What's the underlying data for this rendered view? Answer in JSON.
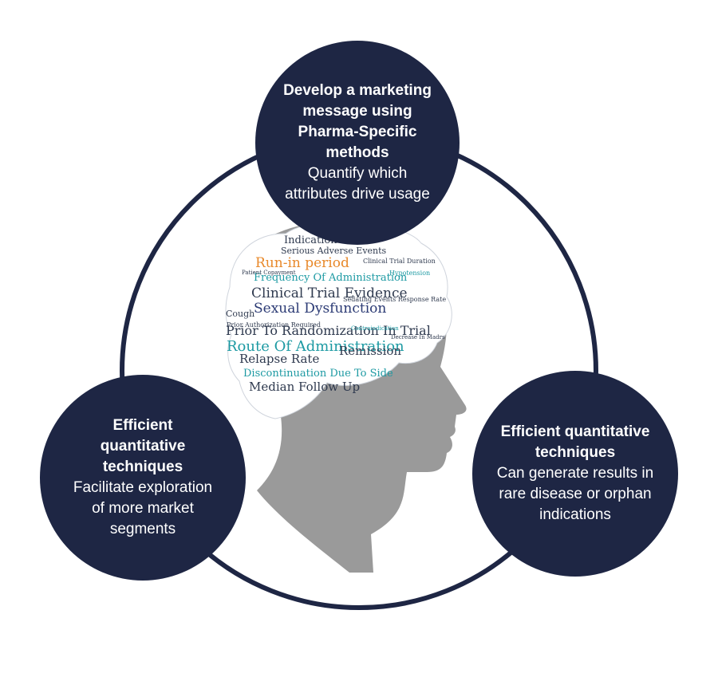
{
  "colors": {
    "node_fill": "#1e2644",
    "ring": "#1e2644",
    "head": "#9a9a9a",
    "wordcloud_dark": "#2f3a4f",
    "wordcloud_teal": "#1d9aa3",
    "wordcloud_orange": "#e8892b",
    "wordcloud_navy": "#2b3a74"
  },
  "nodes": {
    "top": {
      "title": "Develop a marketing message using Pharma-Specific methods",
      "desc": "Quantify which attributes drive usage"
    },
    "left": {
      "title": "Efficient quantitative techniques",
      "desc": "Facilitate exploration of more market segments"
    },
    "right": {
      "title": "Efficient quantitative techniques",
      "desc": "Can generate results in rare disease or orphan indications"
    }
  },
  "wordcloud": {
    "words": [
      "Indication",
      "Serious Adverse Events",
      "Run-in period",
      "Clinical Trial Duration",
      "Frequency Of Administration",
      "Clinical Trial Evidence",
      "Sexual Dysfunction",
      "Cough",
      "Prior To Randomization In Trial",
      "Route Of Administration",
      "Relapse Rate",
      "Remission",
      "Discontinuation Due To Side",
      "Median Follow Up",
      "Sedating Events Response Rate",
      "Prior Authorization Required",
      "Decrease In Madrs",
      "Contraindication",
      "Hypotension",
      "Patient Copayment"
    ]
  }
}
